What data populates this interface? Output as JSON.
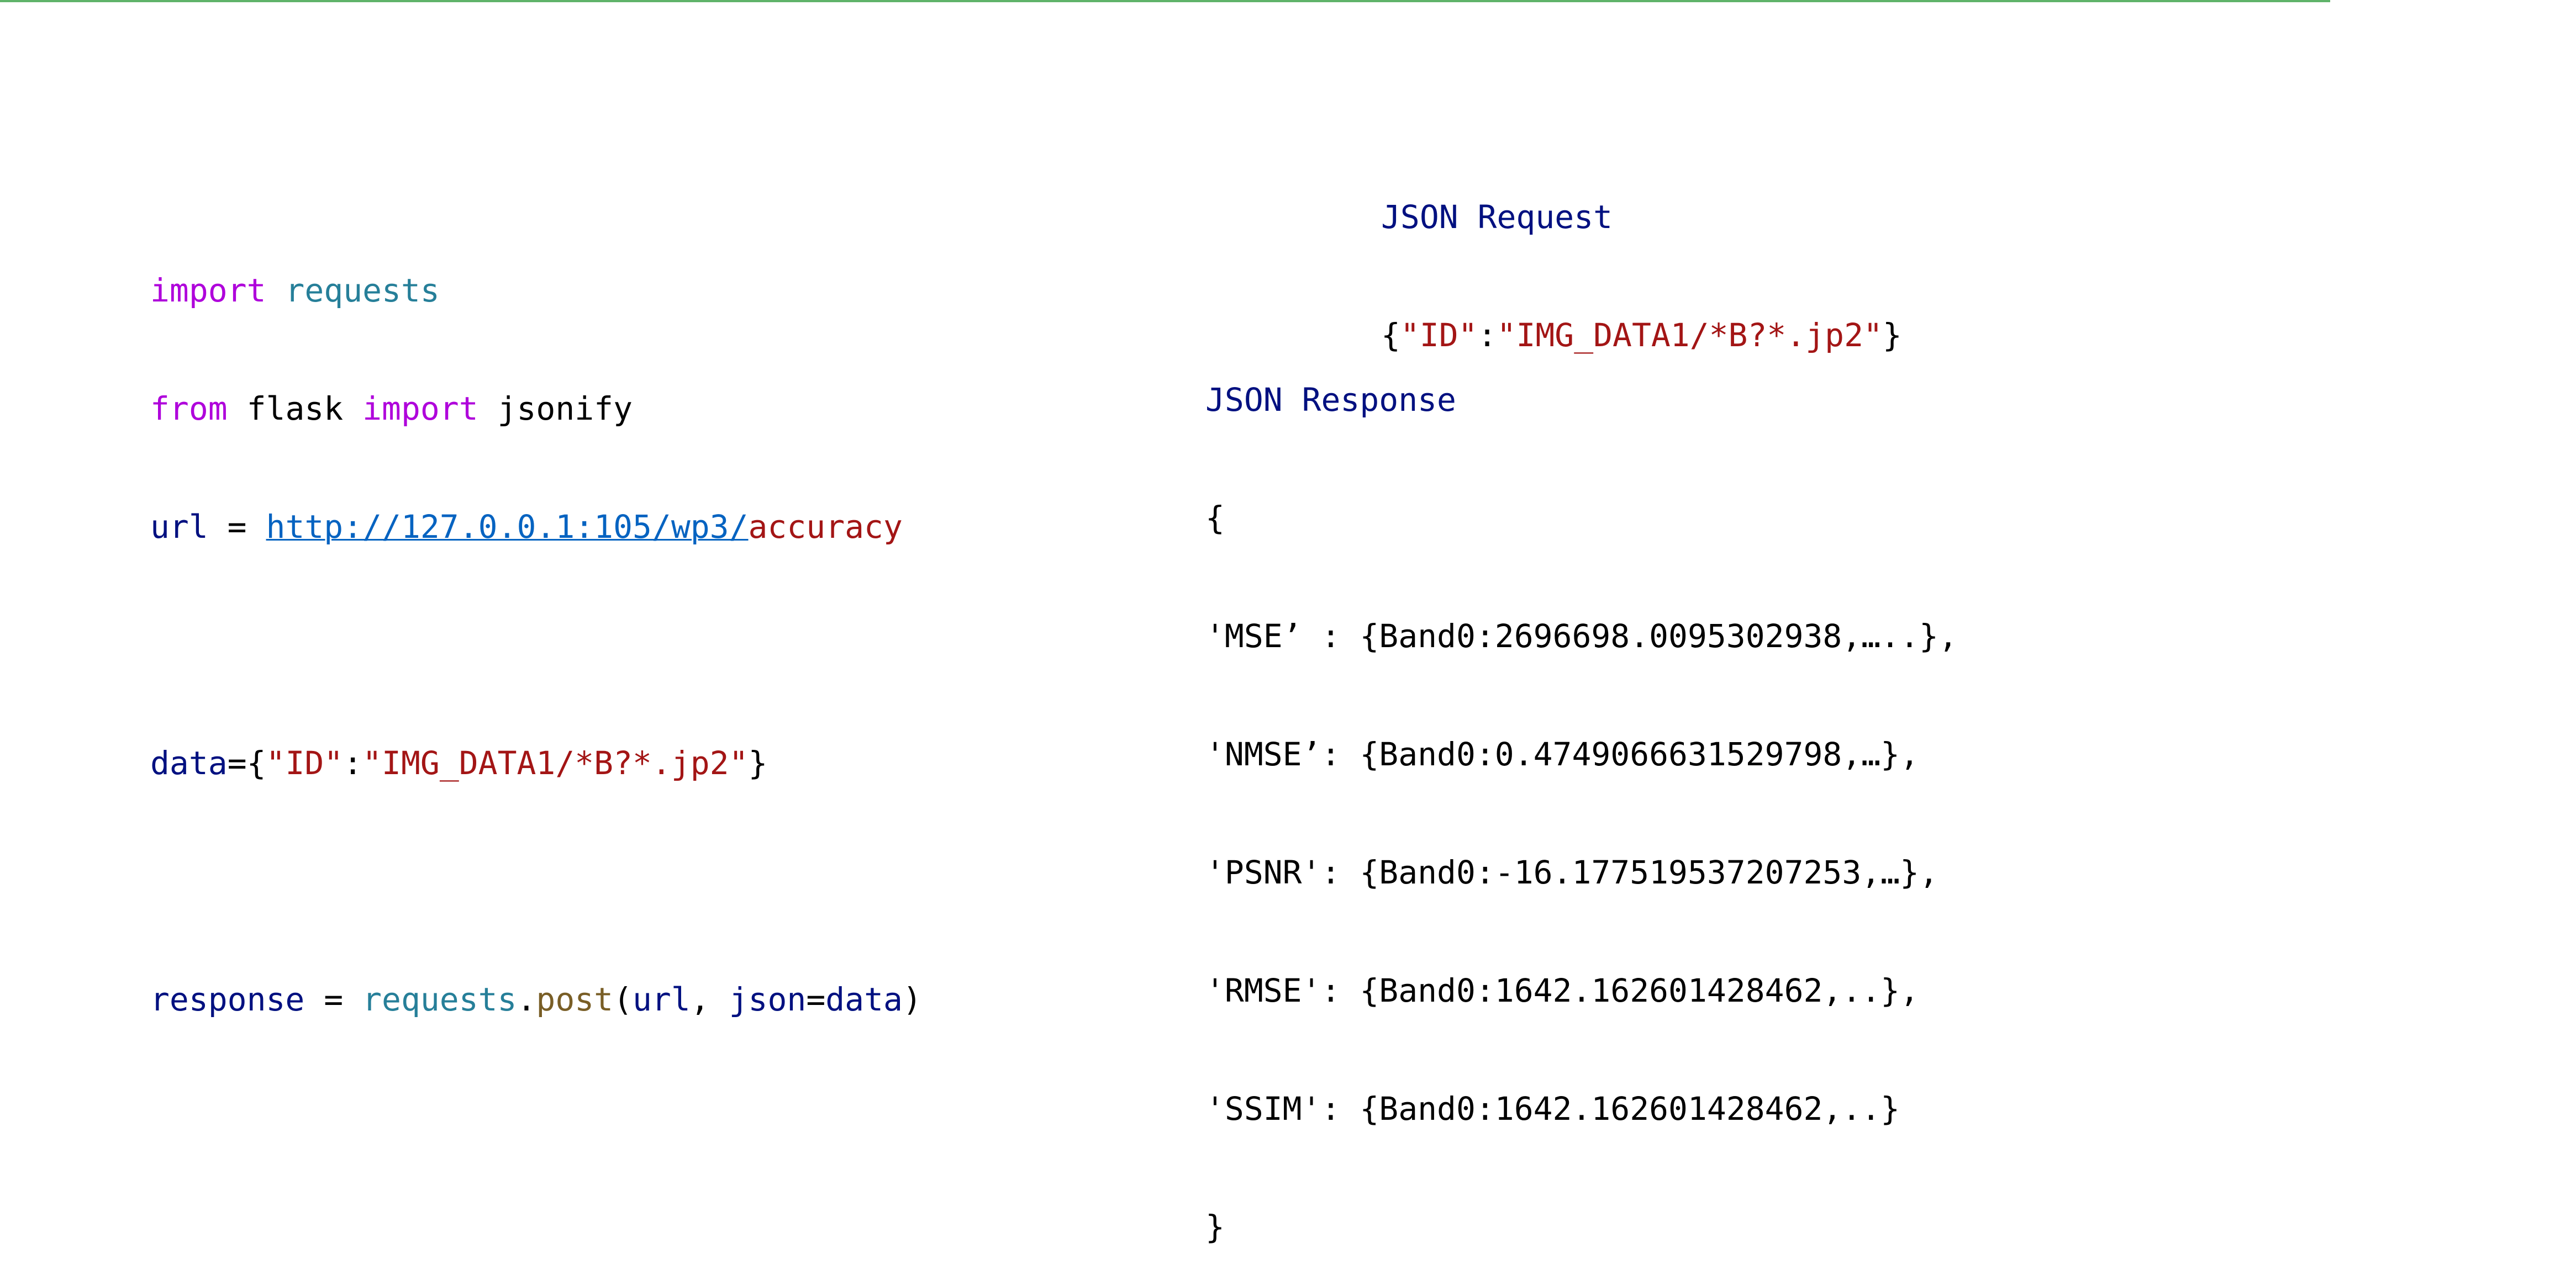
{
  "colors": {
    "keyword": "#af00db",
    "module": "#267f99",
    "variable": "#001080",
    "string": "#a31515",
    "function": "#795e26",
    "link": "#0563c1",
    "heading": "#001080",
    "top_line": "#5fb36a"
  },
  "code": {
    "line1": {
      "kw_import": "import",
      "module": " requests"
    },
    "line2": {
      "kw_from": "from",
      "name": " flask ",
      "kw_import": "import",
      "func": " jsonify"
    },
    "line3": {
      "var": "url",
      "eq": " = ",
      "link": "http://127.0.0.1:105/wp3/",
      "str": "accuracy"
    },
    "line5": {
      "var": "data",
      "rest_open": "={",
      "key": "\"ID\"",
      "colon": ":",
      "value": "\"IMG_DATA1/*B?*.jp2\"",
      "rest_close": "}"
    },
    "line7": {
      "var": "response",
      "eq": " = ",
      "module": "requests",
      "dot": ".",
      "method": "post",
      "p_open": "(",
      "arg1": "url",
      "comma": ", ",
      "kwarg": "json",
      "eq2": "=",
      "arg2": "data",
      "p_close": ")"
    }
  },
  "request": {
    "heading": "JSON Request",
    "open": "{",
    "key": "\"ID\"",
    "colon": ":",
    "value": "\"IMG_DATA1/*B?*.jp2\"",
    "close": "}"
  },
  "response": {
    "heading": "JSON Response",
    "open": "{",
    "lines": [
      "'MSE’ : {Band0:2696698.0095302938,…..},",
      "'NMSE’: {Band0:0.4749066631529798,…},",
      "'PSNR': {Band0:-16.177519537207253,…},",
      "'RMSE': {Band0:1642.162601428462,..},",
      "'SSIM': {Band0:1642.162601428462,..}"
    ],
    "close": "}"
  }
}
